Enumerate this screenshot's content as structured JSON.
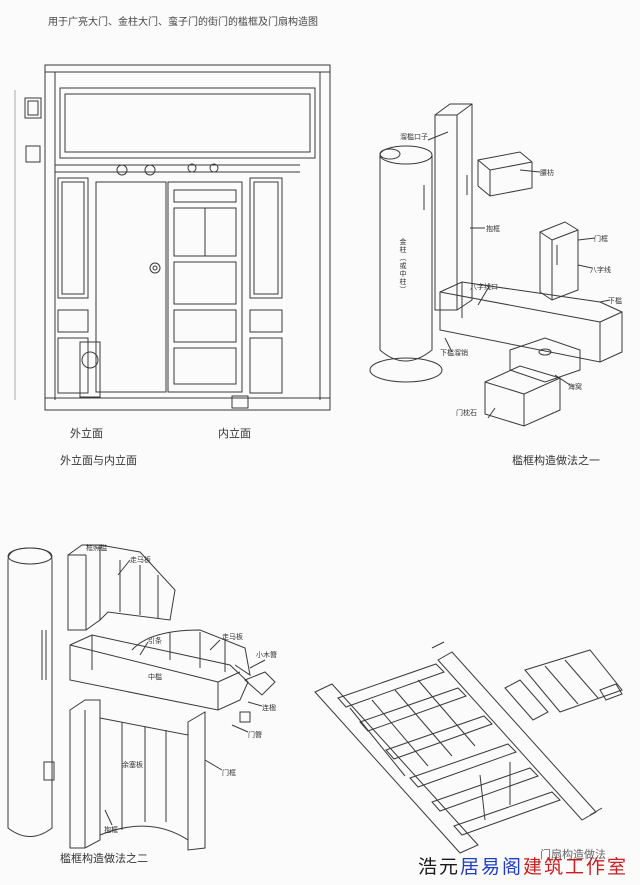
{
  "page": {
    "title": "用于广亮大门、金柱大门、蛮子门的街门的槛框及门扇构造图"
  },
  "panel_elevation": {
    "label_outer": "外立面",
    "label_inner": "内立面",
    "caption": "外立面与内立面"
  },
  "panel_method1": {
    "caption": "槛框构造做法之一",
    "labels": {
      "a": "溜槛口子",
      "b": "腰枋",
      "c": "抱框",
      "d": "金柱（或中柱）",
      "e": "门框",
      "f": "八字线口",
      "g": "八字线",
      "h": "下槛",
      "i": "下槛溜销",
      "j": "海窝",
      "k": "门枕石"
    }
  },
  "panel_method2": {
    "caption": "槛框构造做法之二",
    "labels": {
      "a": "框照槛",
      "b": "走马板",
      "c": "引条",
      "d": "走马板",
      "e": "小木簪",
      "f": "中槛",
      "g": "连楹",
      "h": "门簪",
      "i": "余塞板",
      "j": "门框",
      "k": "抱框"
    }
  },
  "panel_door": {
    "caption": "门扇构造做法"
  },
  "watermark": {
    "part1": "浩元",
    "part2": "居易阁",
    "part3": "建筑工作室",
    "color1": "#1a1a1a",
    "color2": "#1f3fbf",
    "color3": "#c82020"
  }
}
